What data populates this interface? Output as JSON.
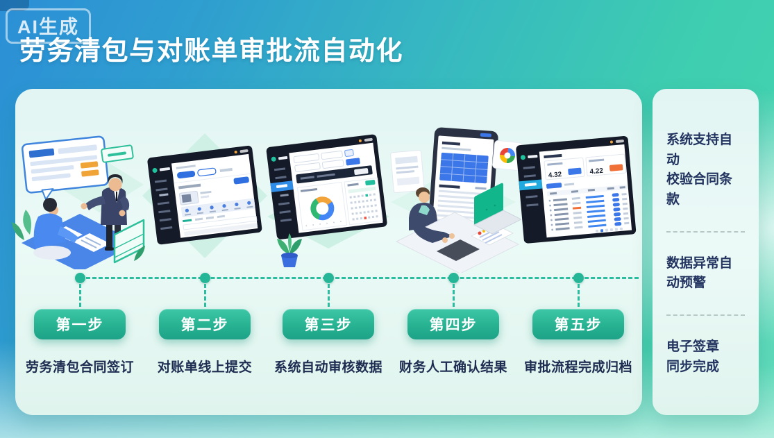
{
  "watermark": {
    "label": "AI生成"
  },
  "title": "劳务清包与对账单审批流自动化",
  "process": {
    "steps": [
      {
        "label": "第一步",
        "caption": "劳务清包合同签订",
        "illustration": "contract-signing-scene"
      },
      {
        "label": "第二步",
        "caption": "对账单线上提交",
        "illustration": "statement-submit-dashboard"
      },
      {
        "label": "第三步",
        "caption": "系统自动审核数据",
        "illustration": "auto-audit-dashboard"
      },
      {
        "label": "第四步",
        "caption": "财务人工确认结果",
        "illustration": "finance-confirm-scene"
      },
      {
        "label": "第五步",
        "caption": "审批流程完成归档",
        "illustration": "archive-dashboard"
      }
    ]
  },
  "side_panel": {
    "notes": [
      "系统支持自动\n校验合同条款",
      "数据异常自\n动预警",
      "电子签章\n同步完成"
    ]
  },
  "screens": {
    "archive": {
      "stat_left": "4.32",
      "stat_right": "4.22"
    }
  },
  "colors": {
    "background_blue": "#2b8fd6",
    "background_teal": "#3ecdb0",
    "card_mint": "#e8f8f4",
    "accent_teal": "#2cbc9f",
    "button_top": "#3dc7a7",
    "button_bottom": "#1da287",
    "text_navy": "#1d2c50",
    "link_blue": "#3b77e8",
    "alert_orange": "#f07038",
    "chart_blue": "#4285f4",
    "chart_green": "#2eb872",
    "chart_orange": "#f2a43a"
  }
}
